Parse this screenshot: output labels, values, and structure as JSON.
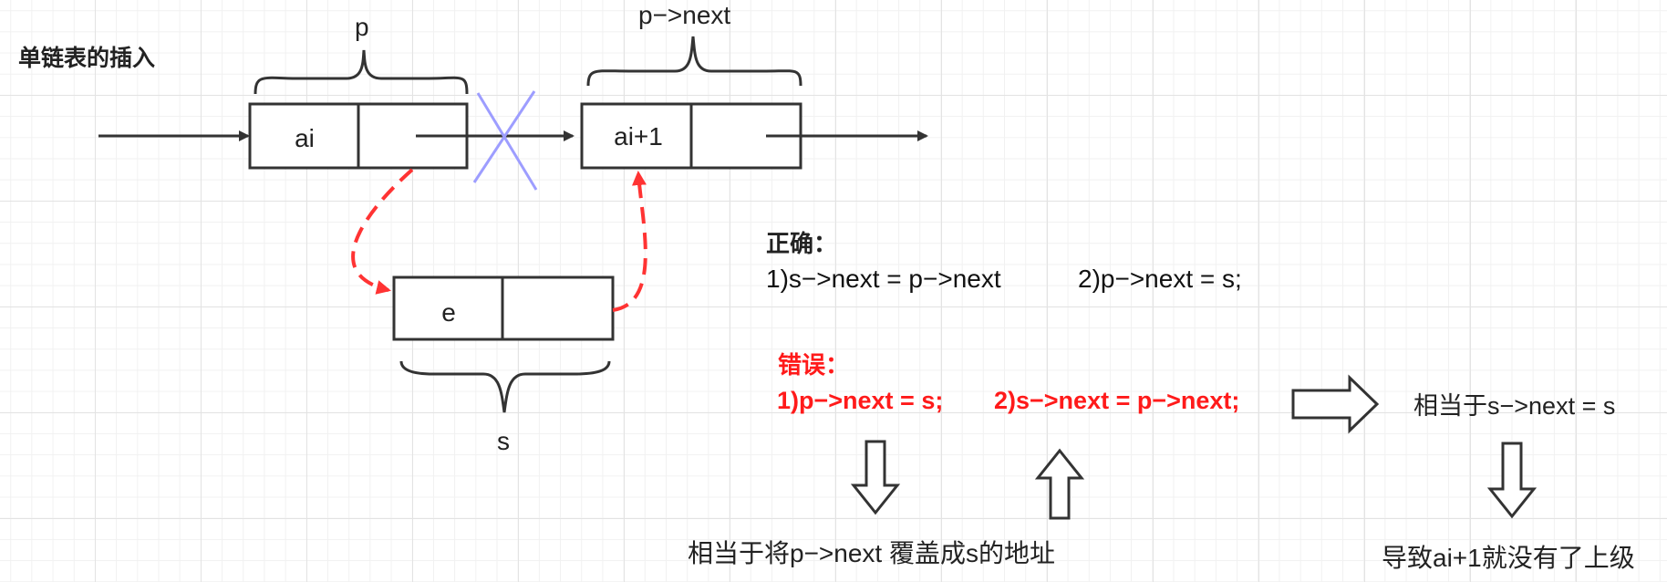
{
  "title": "单链表的插入",
  "labels": {
    "p": "p",
    "p_next": "p−>next",
    "s": "s"
  },
  "nodes": {
    "ai": "ai",
    "ai_plus_1": "ai+1",
    "e": "e"
  },
  "correct": {
    "heading": "正确：",
    "step1": "1)s−>next = p−>next",
    "step2": "2)p−>next = s;"
  },
  "wrong": {
    "heading": "错误：",
    "step1": "1)p−>next = s;",
    "step2": "2)s−>next = p−>next;"
  },
  "notes": {
    "equivalent": "相当于s−>next = s",
    "overwrite": "相当于将p−>next 覆盖成s的地址",
    "consequence": "导致ai+1就没有了上级"
  },
  "colors": {
    "box_stroke": "#333333",
    "arrow": "#333333",
    "dashed_arrow": "#ff3333",
    "cross": "#9d9dff",
    "wrong_text": "#ff1a1a"
  }
}
